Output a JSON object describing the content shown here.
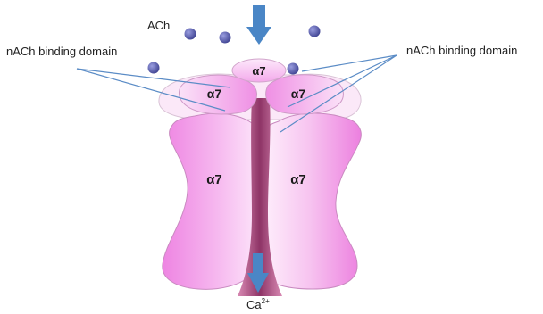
{
  "labels": {
    "ligand": "ACh",
    "binding_domain_left": "nACh binding domain",
    "binding_domain_right": "nACh binding domain",
    "ion": "Ca",
    "ion_charge": "2+"
  },
  "subunits": {
    "top": "α7",
    "upper_left": "α7",
    "upper_right": "α7",
    "body_left": "α7",
    "body_right": "α7"
  },
  "colors": {
    "subunit_fill": "#ee8fe6",
    "subunit_light": "#fbe3f8",
    "channel": "#b85a8c",
    "arrow": "#4a86c6",
    "molecule": "#5b5fb0",
    "leader_line": "#5b8cc6"
  },
  "icons": {
    "arrow_in": "down-arrow-icon",
    "arrow_out": "down-arrow-icon",
    "molecule": "molecule-dot-icon"
  }
}
